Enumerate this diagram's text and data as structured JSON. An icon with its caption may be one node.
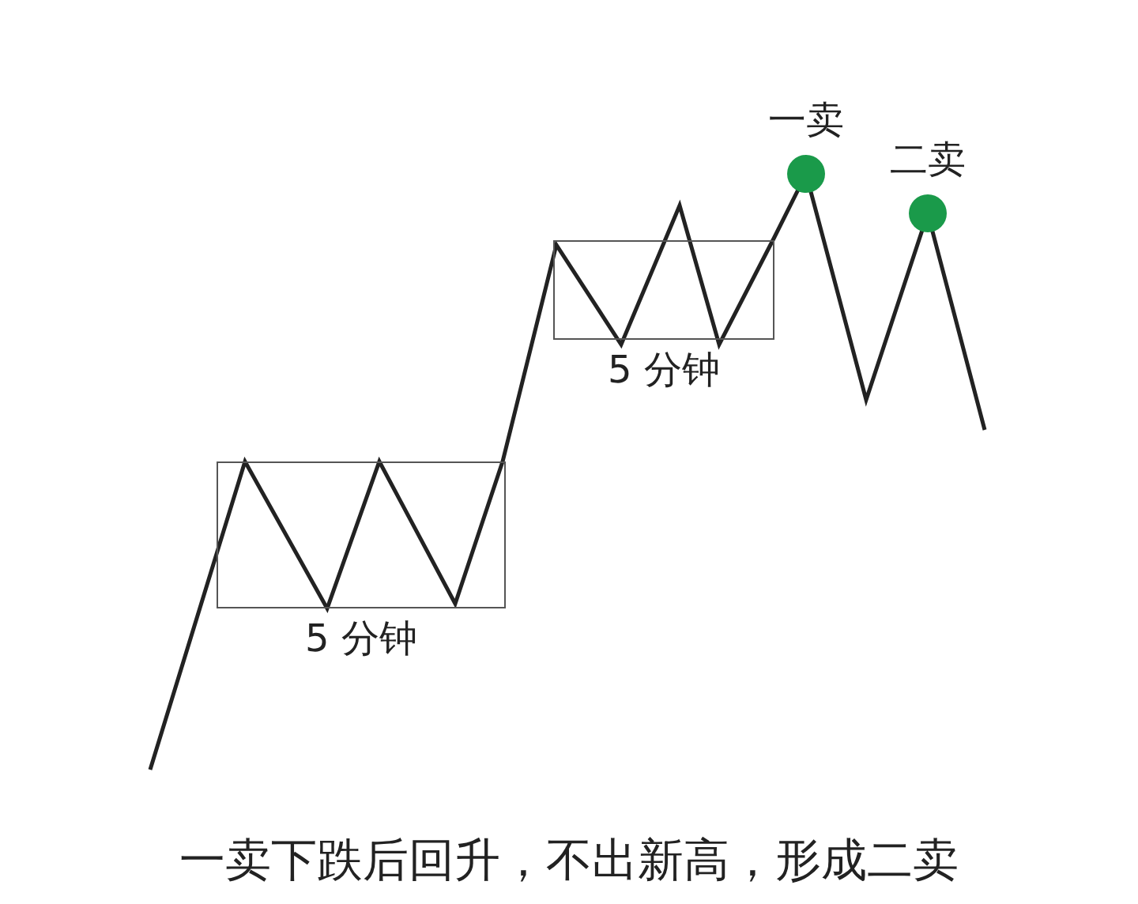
{
  "diagram": {
    "caption": "一卖下跌后回升，不出新高，形成二卖",
    "nodes": [
      {
        "text": [
          "5 分钟"
        ]
      },
      {
        "text": [
          "5 分钟"
        ]
      },
      {
        "text": [],
        "shape": "circle",
        "beside": [
          "一卖"
        ]
      },
      {
        "text": [],
        "shape": "circle",
        "beside": [
          "二卖"
        ]
      }
    ]
  }
}
